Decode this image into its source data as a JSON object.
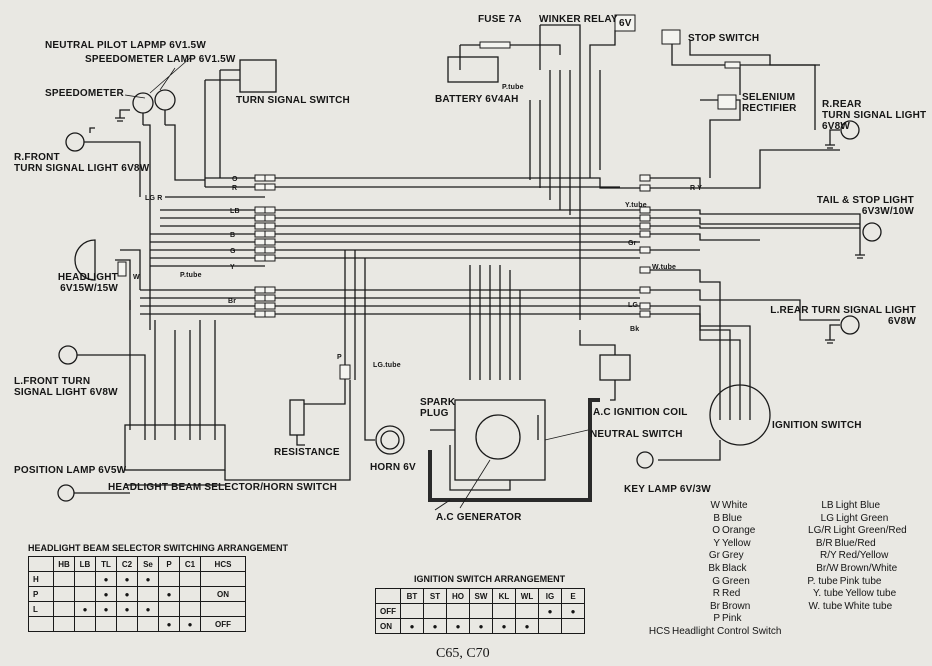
{
  "labels": {
    "neutral_pilot": "NEUTRAL PILOT LAPMP 6V1.5W",
    "speedometer_lamp": "SPEEDOMETER LAMP 6V1.5W",
    "speedometer": "SPEEDOMETER",
    "turn_signal_switch": "TURN SIGNAL SWITCH",
    "fuse": "FUSE 7A",
    "winker_relay": "WINKER RELAY",
    "battery_voltage_box": "6V",
    "battery": "BATTERY 6V4AH",
    "stop_switch": "STOP SWITCH",
    "selenium_rectifier": "SELENIUM\nRECTIFIER",
    "r_rear": "R.REAR\nTURN SIGNAL LIGHT\n6V8W",
    "r_front": "R.FRONT\nTURN SIGNAL LIGHT 6V8W",
    "tail_stop": "TAIL & STOP LIGHT\n6V3W/10W",
    "headlight": "HEADLIGHT\n6V15W/15W",
    "l_rear": "L.REAR TURN SIGNAL LIGHT\n6V8W",
    "l_front": "L.FRONT TURN\nSIGNAL LIGHT 6V8W",
    "resistance": "RESISTANCE",
    "horn": "HORN 6V",
    "spark_plug": "SPARK\nPLUG",
    "ac_ignition_coil": "A.C IGNITION COIL",
    "neutral_switch": "NEUTRAL SWITCH",
    "ignition_switch": "IGNITION SWITCH",
    "position_lamp": "POSITION LAMP 6V5W",
    "beam_selector": "HEADLIGHT BEAM SELECTOR/HORN SWITCH",
    "key_lamp": "KEY LAMP 6V/3W",
    "ac_generator": "A.C GENERATOR",
    "p_tube": "P.tube",
    "lg_tube": "LG.tube",
    "y_tube": "Y.tube",
    "w_tube": "W.tube",
    "footer": "C65, C70"
  },
  "color_legend": [
    {
      "code": "W",
      "name": "White"
    },
    {
      "code": "B",
      "name": "Blue"
    },
    {
      "code": "O",
      "name": "Orange"
    },
    {
      "code": "Y",
      "name": "Yellow"
    },
    {
      "code": "Gr",
      "name": "Grey"
    },
    {
      "code": "Bk",
      "name": "Black"
    },
    {
      "code": "G",
      "name": "Green"
    },
    {
      "code": "R",
      "name": "Red"
    },
    {
      "code": "Br",
      "name": "Brown"
    },
    {
      "code": "P",
      "name": "Pink"
    }
  ],
  "color_legend_2": [
    {
      "code": "LB",
      "name": "Light Blue"
    },
    {
      "code": "LG",
      "name": "Light Green"
    },
    {
      "code": "LG/R",
      "name": "Light Green/Red"
    },
    {
      "code": "B/R",
      "name": "Blue/Red"
    },
    {
      "code": "R/Y",
      "name": "Red/Yellow"
    },
    {
      "code": "Br/W",
      "name": "Brown/White"
    },
    {
      "code": "P. tube",
      "name": "Pink tube"
    },
    {
      "code": "Y. tube",
      "name": "Yellow tube"
    },
    {
      "code": "W. tube",
      "name": "White tube"
    }
  ],
  "hcs_note": {
    "code": "HCS",
    "name": "Headlight Control Switch"
  },
  "headlight_table": {
    "title": "HEADLIGHT BEAM SELECTOR SWITCHING ARRANGEMENT",
    "headers": [
      "",
      "HB",
      "LB",
      "TL",
      "C2",
      "Se",
      "P",
      "C1",
      "HCS"
    ],
    "rows": [
      "H",
      "P",
      "L",
      ""
    ],
    "hcs_values": [
      "",
      "ON",
      "",
      "OFF"
    ]
  },
  "ignition_table": {
    "title": "IGNITION SWITCH ARRANGEMENT",
    "headers": [
      "",
      "BT",
      "ST",
      "HO",
      "SW",
      "KL",
      "WL",
      "IG",
      "E"
    ],
    "rows": [
      "OFF",
      "ON"
    ]
  },
  "wire_codes": {
    "o": "O",
    "r": "R",
    "lgr": "LG R",
    "lb": "LB",
    "b": "B",
    "g": "G",
    "y": "Y",
    "w": "W",
    "br": "Br",
    "bk": "Bk",
    "lg": "LG",
    "gr": "Gr",
    "p": "P",
    "ry": "R Y"
  }
}
